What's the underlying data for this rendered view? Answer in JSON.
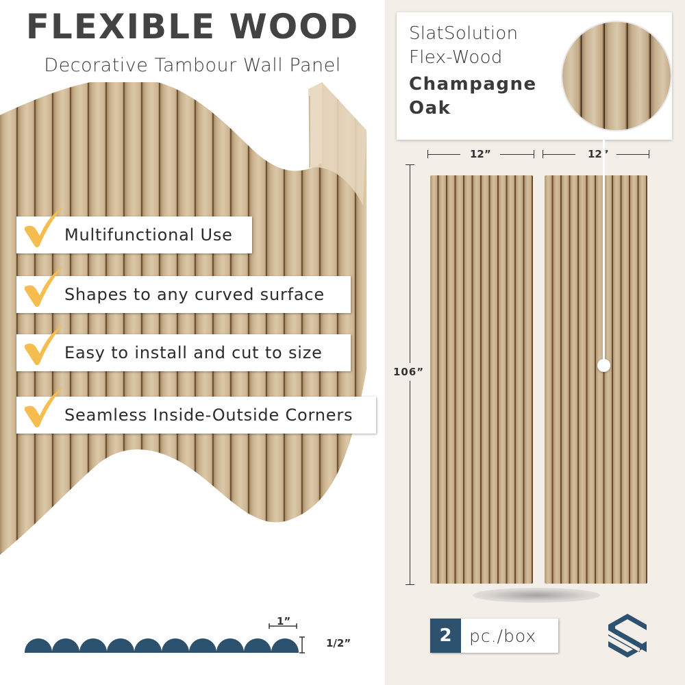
{
  "header": {
    "title": "FLEXIBLE WOOD",
    "subtitle": "Decorative Tambour Wall Panel"
  },
  "features": [
    {
      "label": "Multifunctional Use",
      "icon": "checkmark-icon"
    },
    {
      "label": "Shapes to any curved surface",
      "icon": "checkmark-icon"
    },
    {
      "label": "Easy to install and cut to size",
      "icon": "checkmark-icon"
    },
    {
      "label": "Seamless Inside-Outside Corners",
      "icon": "checkmark-icon"
    }
  ],
  "profile": {
    "width_label": "1”",
    "height_label": "1/2”",
    "half_round_count": 10
  },
  "product": {
    "brand_line1": "SlatSolution",
    "brand_line2": "Flex-Wood",
    "color_line1": "Champagne",
    "color_line2": "Oak"
  },
  "dimensions": {
    "panel_width_1": "12”",
    "panel_width_2": "12”",
    "panel_height": "106”"
  },
  "quantity": {
    "count": "2",
    "unit": "pc./box"
  },
  "colors": {
    "accent_blue": "#2c5270",
    "check_yellow": "#f5bd4f",
    "wood_light": "#d8c3a2",
    "wood_dark": "#7a5a3a",
    "right_bg": "#f4eee8"
  },
  "logo": {
    "icon": "slatsolution-s-logo-icon"
  }
}
